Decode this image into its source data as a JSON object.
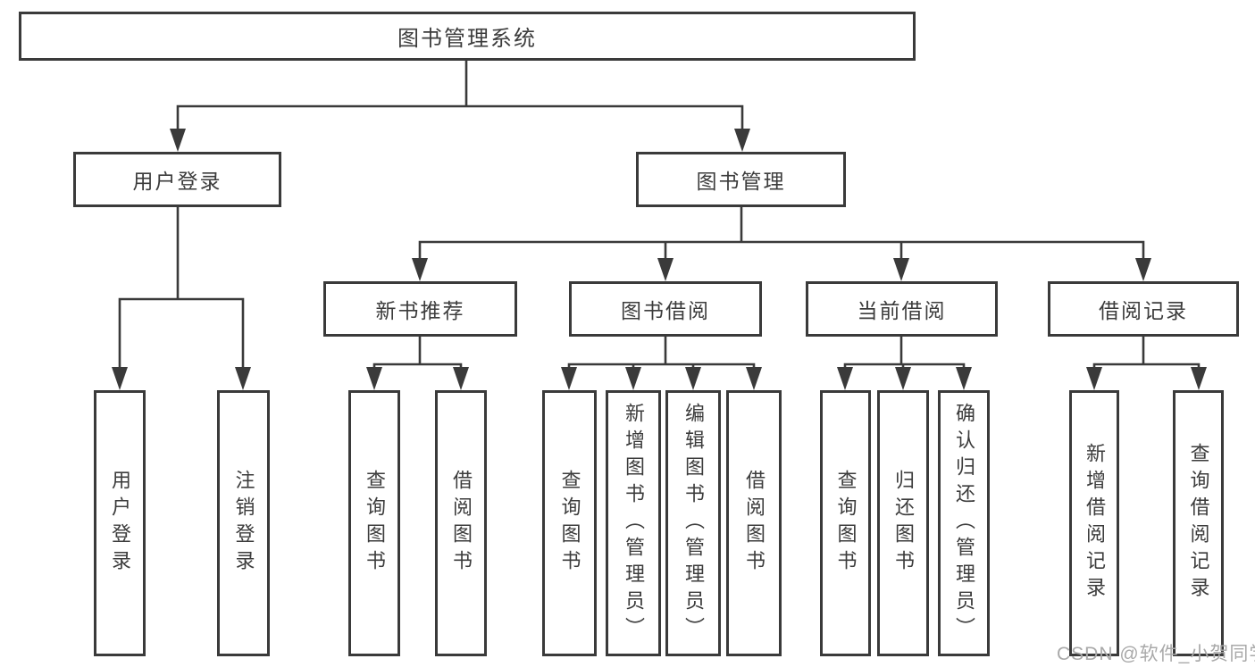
{
  "tree": {
    "label": "图书管理系统",
    "children": [
      {
        "label": "用户登录",
        "children": [
          {
            "label": "用户登录"
          },
          {
            "label": "注销登录"
          }
        ]
      },
      {
        "label": "图书管理",
        "children": [
          {
            "label": "新书推荐",
            "children": [
              {
                "label": "查询图书"
              },
              {
                "label": "借阅图书"
              }
            ]
          },
          {
            "label": "图书借阅",
            "children": [
              {
                "label": "查询图书"
              },
              {
                "label": "新增图书（管理员）"
              },
              {
                "label": "编辑图书（管理员）"
              },
              {
                "label": "借阅图书"
              }
            ]
          },
          {
            "label": "当前借阅",
            "children": [
              {
                "label": "查询图书"
              },
              {
                "label": "归还图书"
              },
              {
                "label": "确认归还（管理员）"
              }
            ]
          },
          {
            "label": "借阅记录",
            "children": [
              {
                "label": "新增借阅记录"
              },
              {
                "label": "查询借阅记录"
              }
            ]
          }
        ]
      }
    ]
  },
  "watermark": {
    "text": "CSDN @软件_小贺同学"
  },
  "colors": {
    "line": "#3a3a3a",
    "text": "#3c3c3c",
    "watermark": "#a9a9a9",
    "background": "#ffffff"
  }
}
